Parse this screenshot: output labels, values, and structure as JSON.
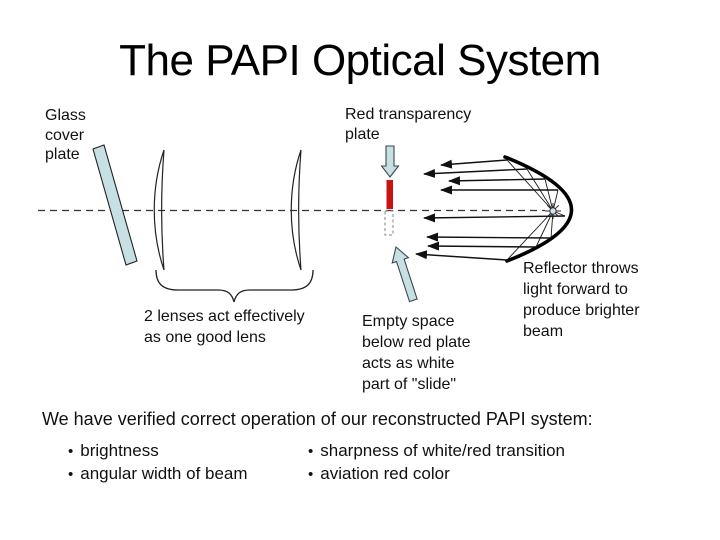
{
  "slide": {
    "title": "The PAPI Optical System"
  },
  "diagram": {
    "labels": {
      "glass_cover_plate": "Glass\ncover\nplate",
      "red_transparency_plate": "Red transparency\nplate",
      "two_lenses": "2 lenses act effectively\nas one good lens",
      "empty_space": "Empty space\nbelow red plate\nacts as white\npart of \"slide\"",
      "reflector": "Reflector throws\nlight forward to\nproduce brighter\nbeam"
    },
    "colors": {
      "glass_fill": "#c7e0e3",
      "arrow_fill": "#c7e0e3",
      "red_plate": "#cc1111",
      "ink": "#111111"
    }
  },
  "verification": {
    "heading": "We have verified correct operation of our reconstructed PAPI system:",
    "bullet_char": "•",
    "items_left": [
      "brightness",
      "angular width of beam"
    ],
    "items_right": [
      "sharpness of white/red transition",
      "aviation red color"
    ]
  }
}
